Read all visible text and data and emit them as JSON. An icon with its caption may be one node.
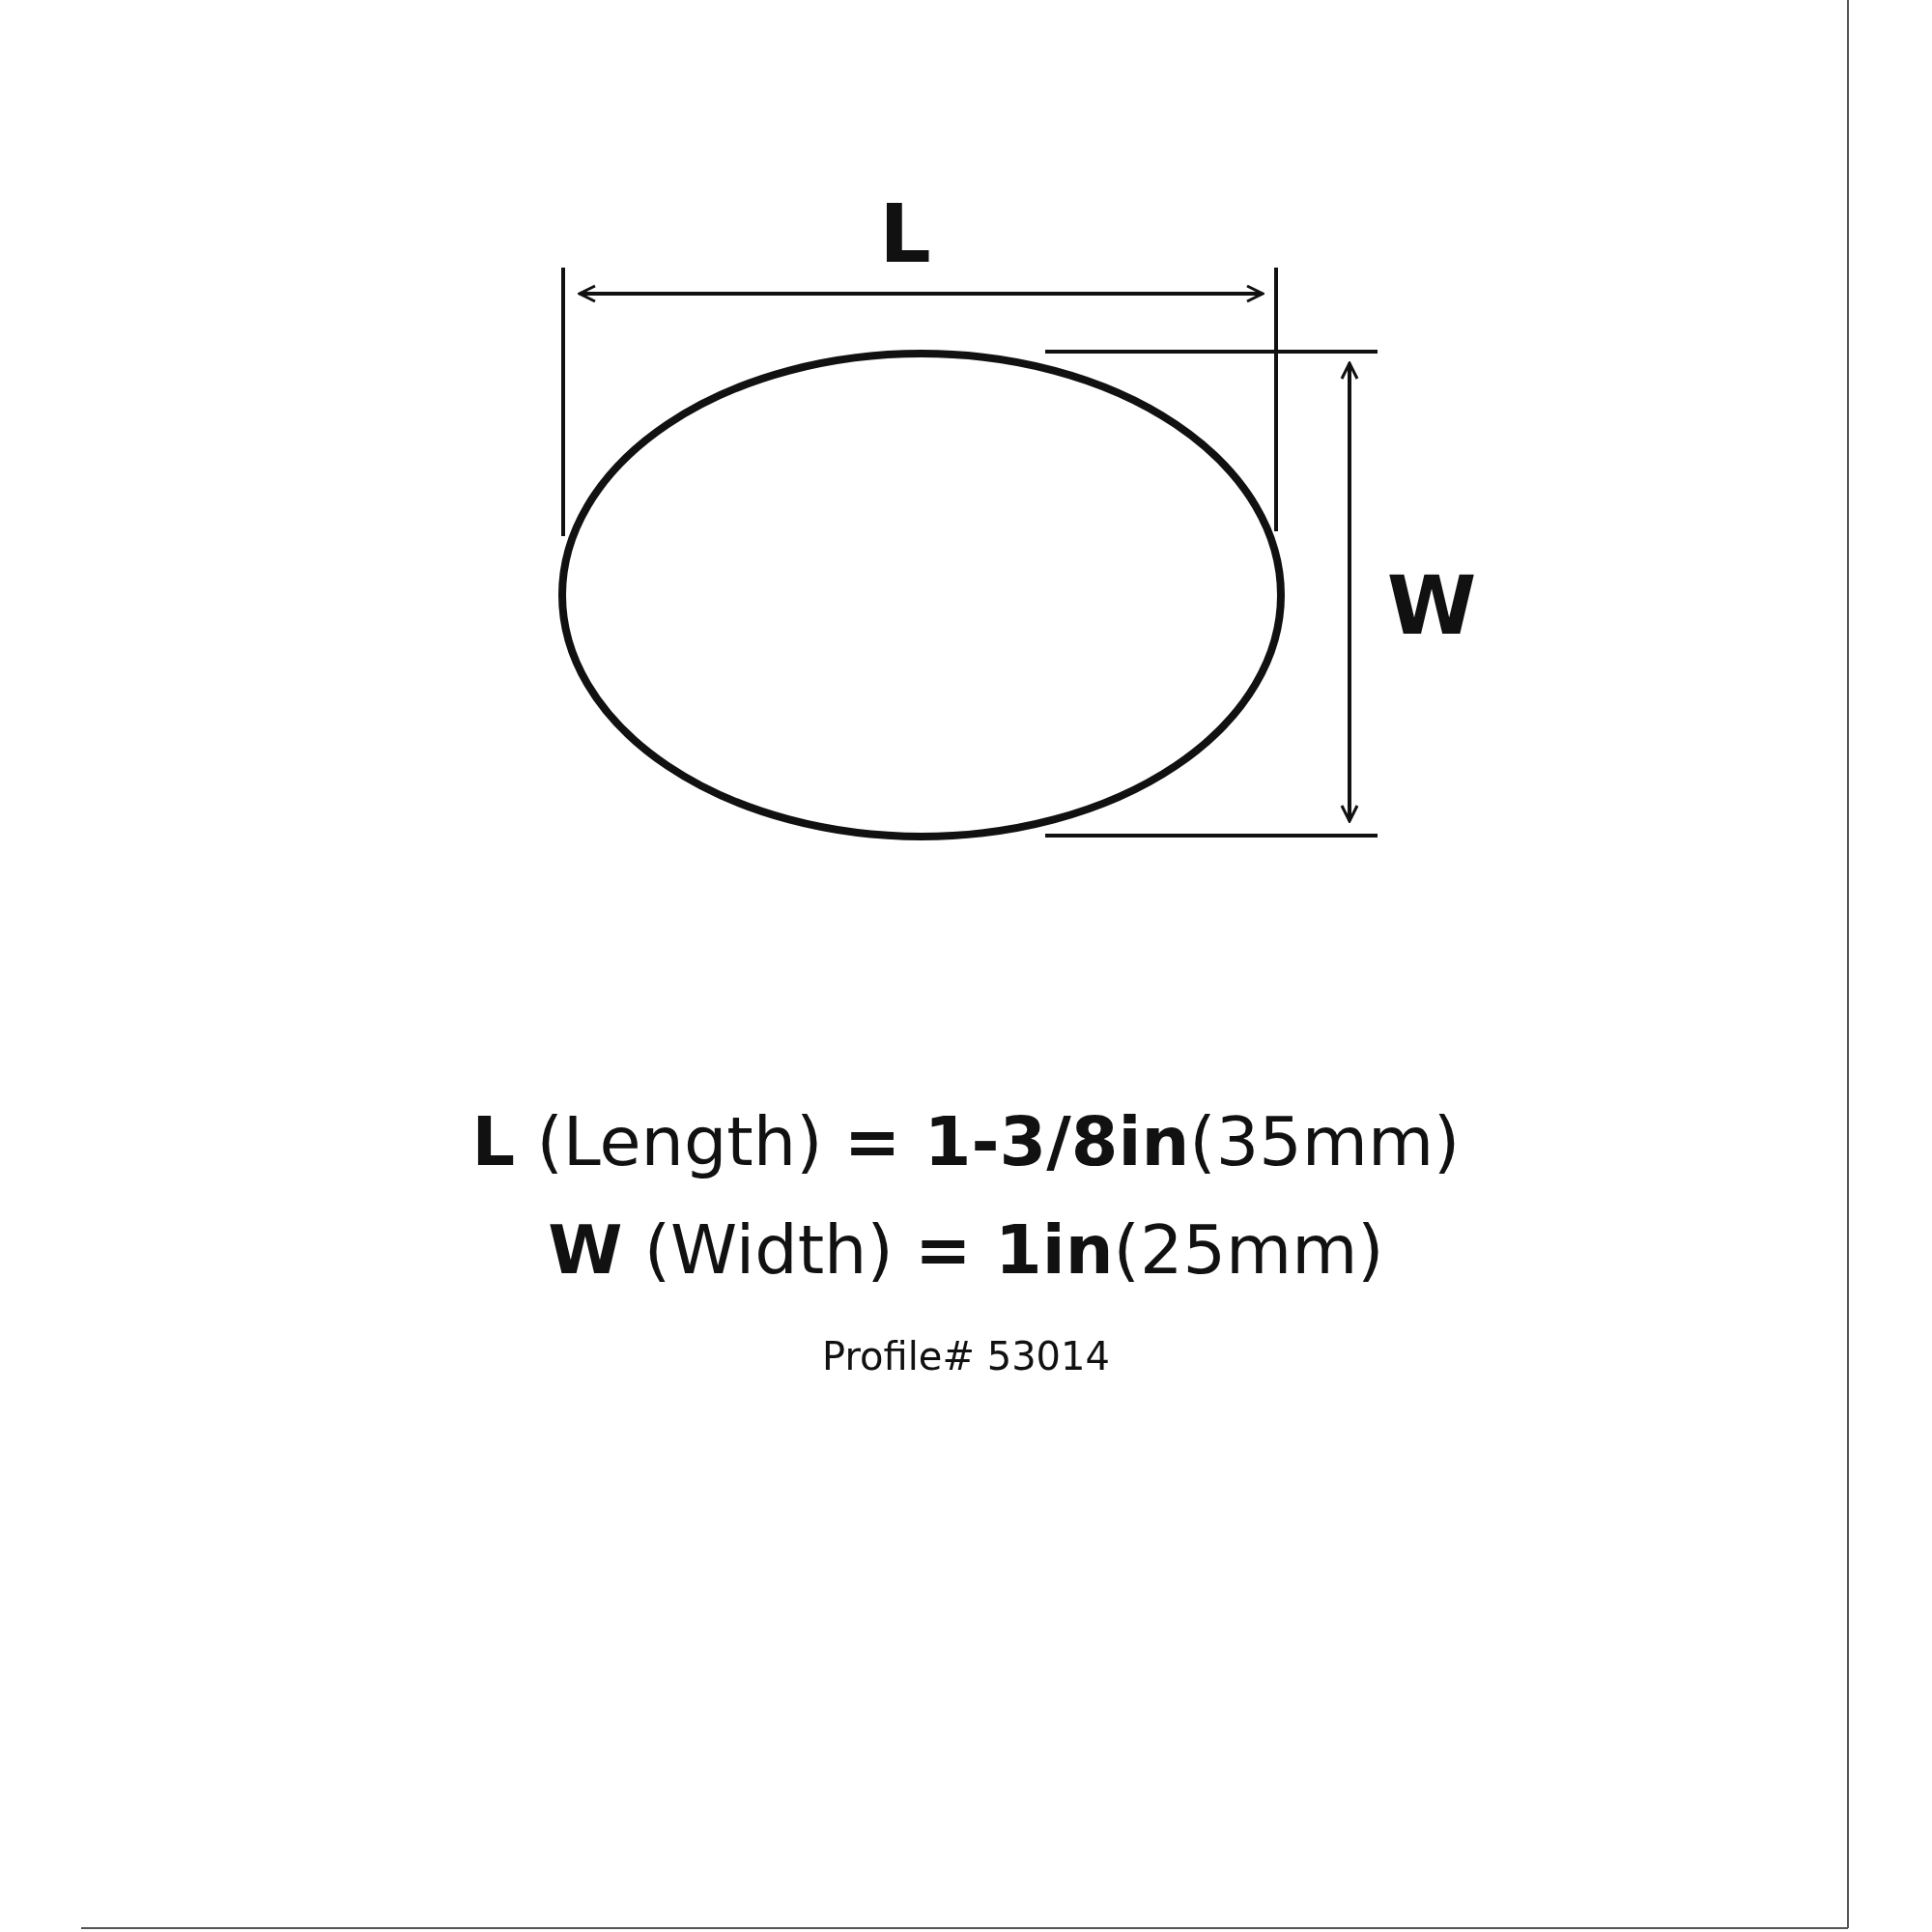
{
  "diagram": {
    "nodes": [
      {
        "text": [],
        "shape": "ellipse"
      }
    ],
    "labels": [
      "L",
      "W",
      "**L** (Length) **= 1-3/8in**(35mm)",
      "**W** (Width) **= 1in**(25mm)",
      "Profile# 53014"
    ]
  }
}
